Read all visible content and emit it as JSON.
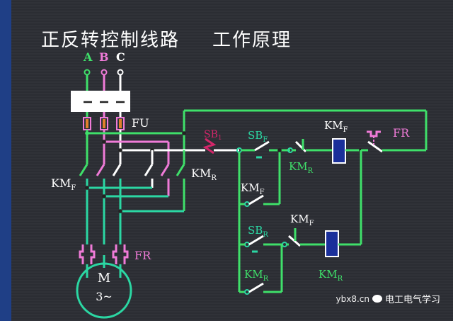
{
  "title_left": "正反转控制线路",
  "title_right": "工作原理",
  "phase_a": "A",
  "phase_b": "B",
  "phase_c": "C",
  "fuse": "FU",
  "kmf_main": {
    "base": "KM",
    "sub": "F"
  },
  "kmr_main": {
    "base": "KM",
    "sub": "R"
  },
  "fr_main": "FR",
  "motor": {
    "line1": "M",
    "line2": "3~"
  },
  "sb_stop": {
    "base": "SB",
    "sub": "1"
  },
  "sbf": {
    "base": "SB",
    "sub": "F"
  },
  "kmf_coil": {
    "base": "KM",
    "sub": "F"
  },
  "fr_ctrl": "FR",
  "kmr_interlock": {
    "base": "KM",
    "sub": "R"
  },
  "kmf_hold": {
    "base": "KM",
    "sub": "F"
  },
  "sbr": {
    "base": "SB",
    "sub": "R"
  },
  "kmf_interlock": {
    "base": "KM",
    "sub": "F"
  },
  "kmr_hold": {
    "base": "KM",
    "sub": "R"
  },
  "kmr_coil": {
    "base": "KM",
    "sub": "R"
  },
  "watermark": "ybx8.cn",
  "brand": "电工电气学习",
  "colors": {
    "green": "#3fe06a",
    "teal": "#2bd7a3",
    "pink": "#f07bd8",
    "white": "#ffffff",
    "stop_red": "#d4266a",
    "coil_blue": "#1a2f9a",
    "band": "#1f3f86"
  }
}
